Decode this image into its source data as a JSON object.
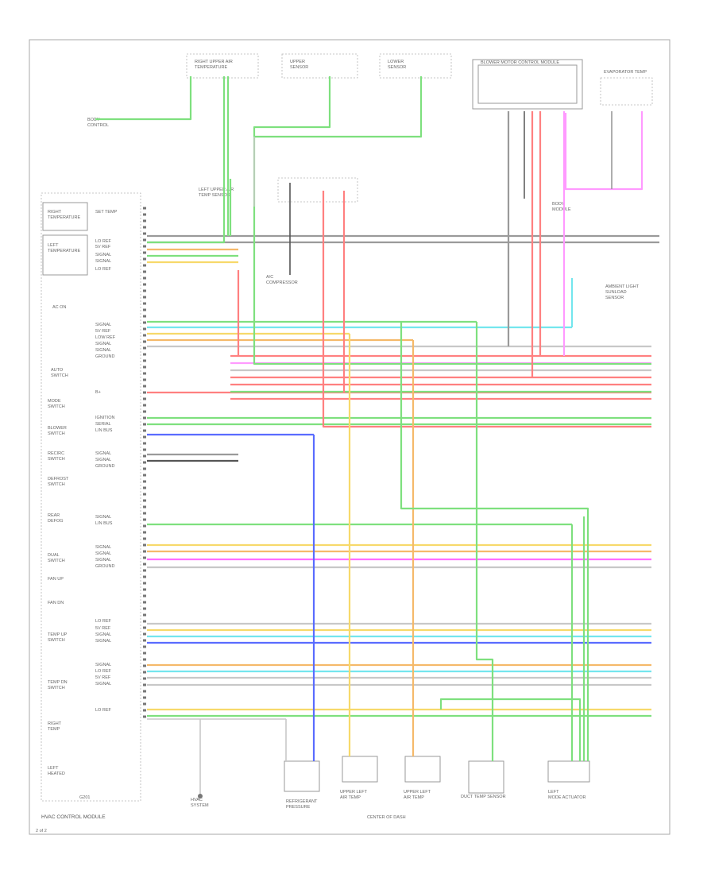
{
  "wire_colors": {
    "green": "#7ee07e",
    "yellow": "#f7d96a",
    "orange": "#f5b96a",
    "red": "#ff8080",
    "pink": "#ff9aff",
    "magenta": "#ff6cff",
    "blue": "#5a6cff",
    "cyan": "#74e6ee",
    "gray": "#9a9a9a",
    "black": "#555555",
    "lightgray": "#c8c8c8"
  },
  "labels": {
    "module_title": "HVAC CONTROL MODULE",
    "center_of_dash": "CENTER OF DASH",
    "page_ref": "2 of 2 ",
    "ground_label": "G201"
  }
}
